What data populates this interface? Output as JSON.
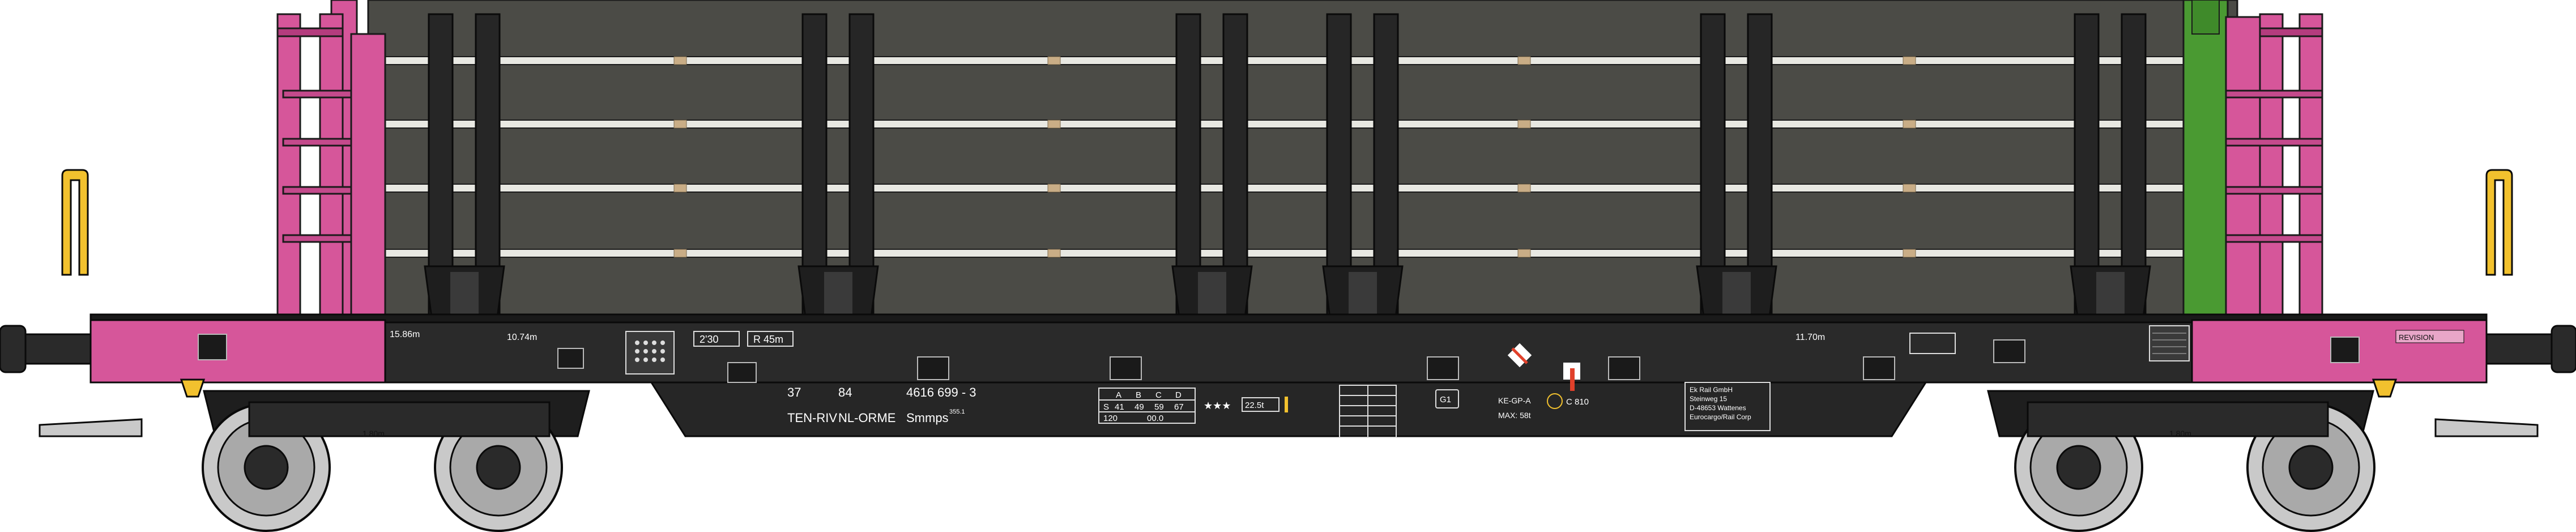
{
  "colors": {
    "frame": "#2a2a2a",
    "load": "#4a4a44",
    "stake": "#262626",
    "pink": "#d6569a",
    "green": "#4a9a32",
    "yellow": "#f2c12e",
    "wheel": "#c9c9c9"
  },
  "markings": {
    "number_a": "37",
    "number_b": "84",
    "number_c": "4616 699 - 3",
    "regime": "TEN-RIV",
    "owner": "NL-ORME",
    "type_code": "Smmps",
    "type_sup": "355.1",
    "length_left": "15.86m",
    "length_mid": "10.74m",
    "length_right": "11.70m",
    "curve_a": "2'30",
    "curve_b": "R 45m",
    "bogie_a": "1.80m",
    "bogie_b": "1.80m",
    "load_cols": [
      "A",
      "B",
      "C",
      "D"
    ],
    "load_row_s": [
      "S",
      "41",
      "49",
      "59",
      "67"
    ],
    "load_row_120": "120",
    "load_row_00": "00.0",
    "stars": "★★★",
    "speed_box": "22.5t",
    "g1": "G1",
    "ke": "KE-GP-A",
    "max": "MAX: 58t",
    "c810": "C 810",
    "owner_block_1": "Ek Rail GmbH",
    "owner_block_2": "Steinweg 15",
    "owner_block_3": "D-48653 Wattenes",
    "owner_block_4": "Eurocargo/Rail Corp",
    "inspection_label": "REVISION"
  }
}
